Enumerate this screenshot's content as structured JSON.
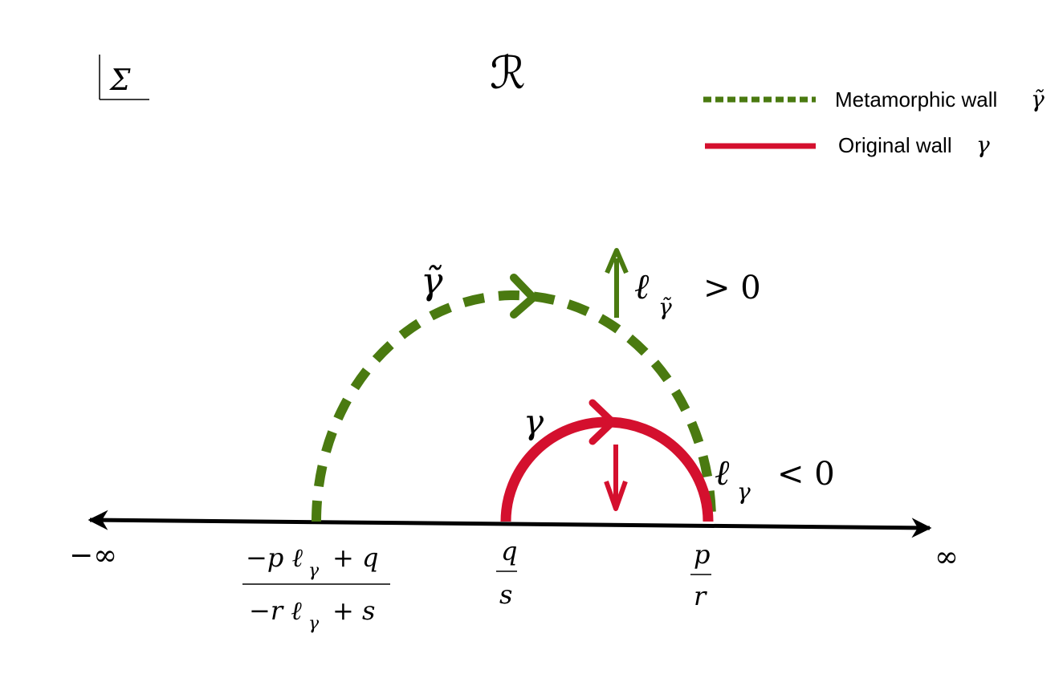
{
  "corner_label": "Σ",
  "title": "ℛ",
  "legend": {
    "green_label": "Metamorphic wall",
    "green_symbol": "γ̃",
    "red_label": "Original wall",
    "red_symbol": "γ"
  },
  "labels": {
    "gamma_tilde": "γ̃",
    "gamma": "γ",
    "ell_tilde_sym": "ℓ",
    "ell_tilde_sub": "γ̃",
    "ell_tilde_rel": "> 0",
    "ell_sym": "ℓ",
    "ell_sub": "γ",
    "ell_rel": "< 0"
  },
  "axis": {
    "left": "−∞",
    "right": "∞",
    "left_point_num_a": "−p ℓ",
    "left_point_num_sub": "γ",
    "left_point_num_b": "+ q",
    "left_point_den_a": "−r ℓ",
    "left_point_den_sub": "γ",
    "left_point_den_b": "+ s",
    "mid_num": "q",
    "mid_den": "s",
    "right_num": "p",
    "right_den": "r"
  },
  "colors": {
    "green": "#4a7a10",
    "red": "#d4102e",
    "black": "#000000"
  }
}
